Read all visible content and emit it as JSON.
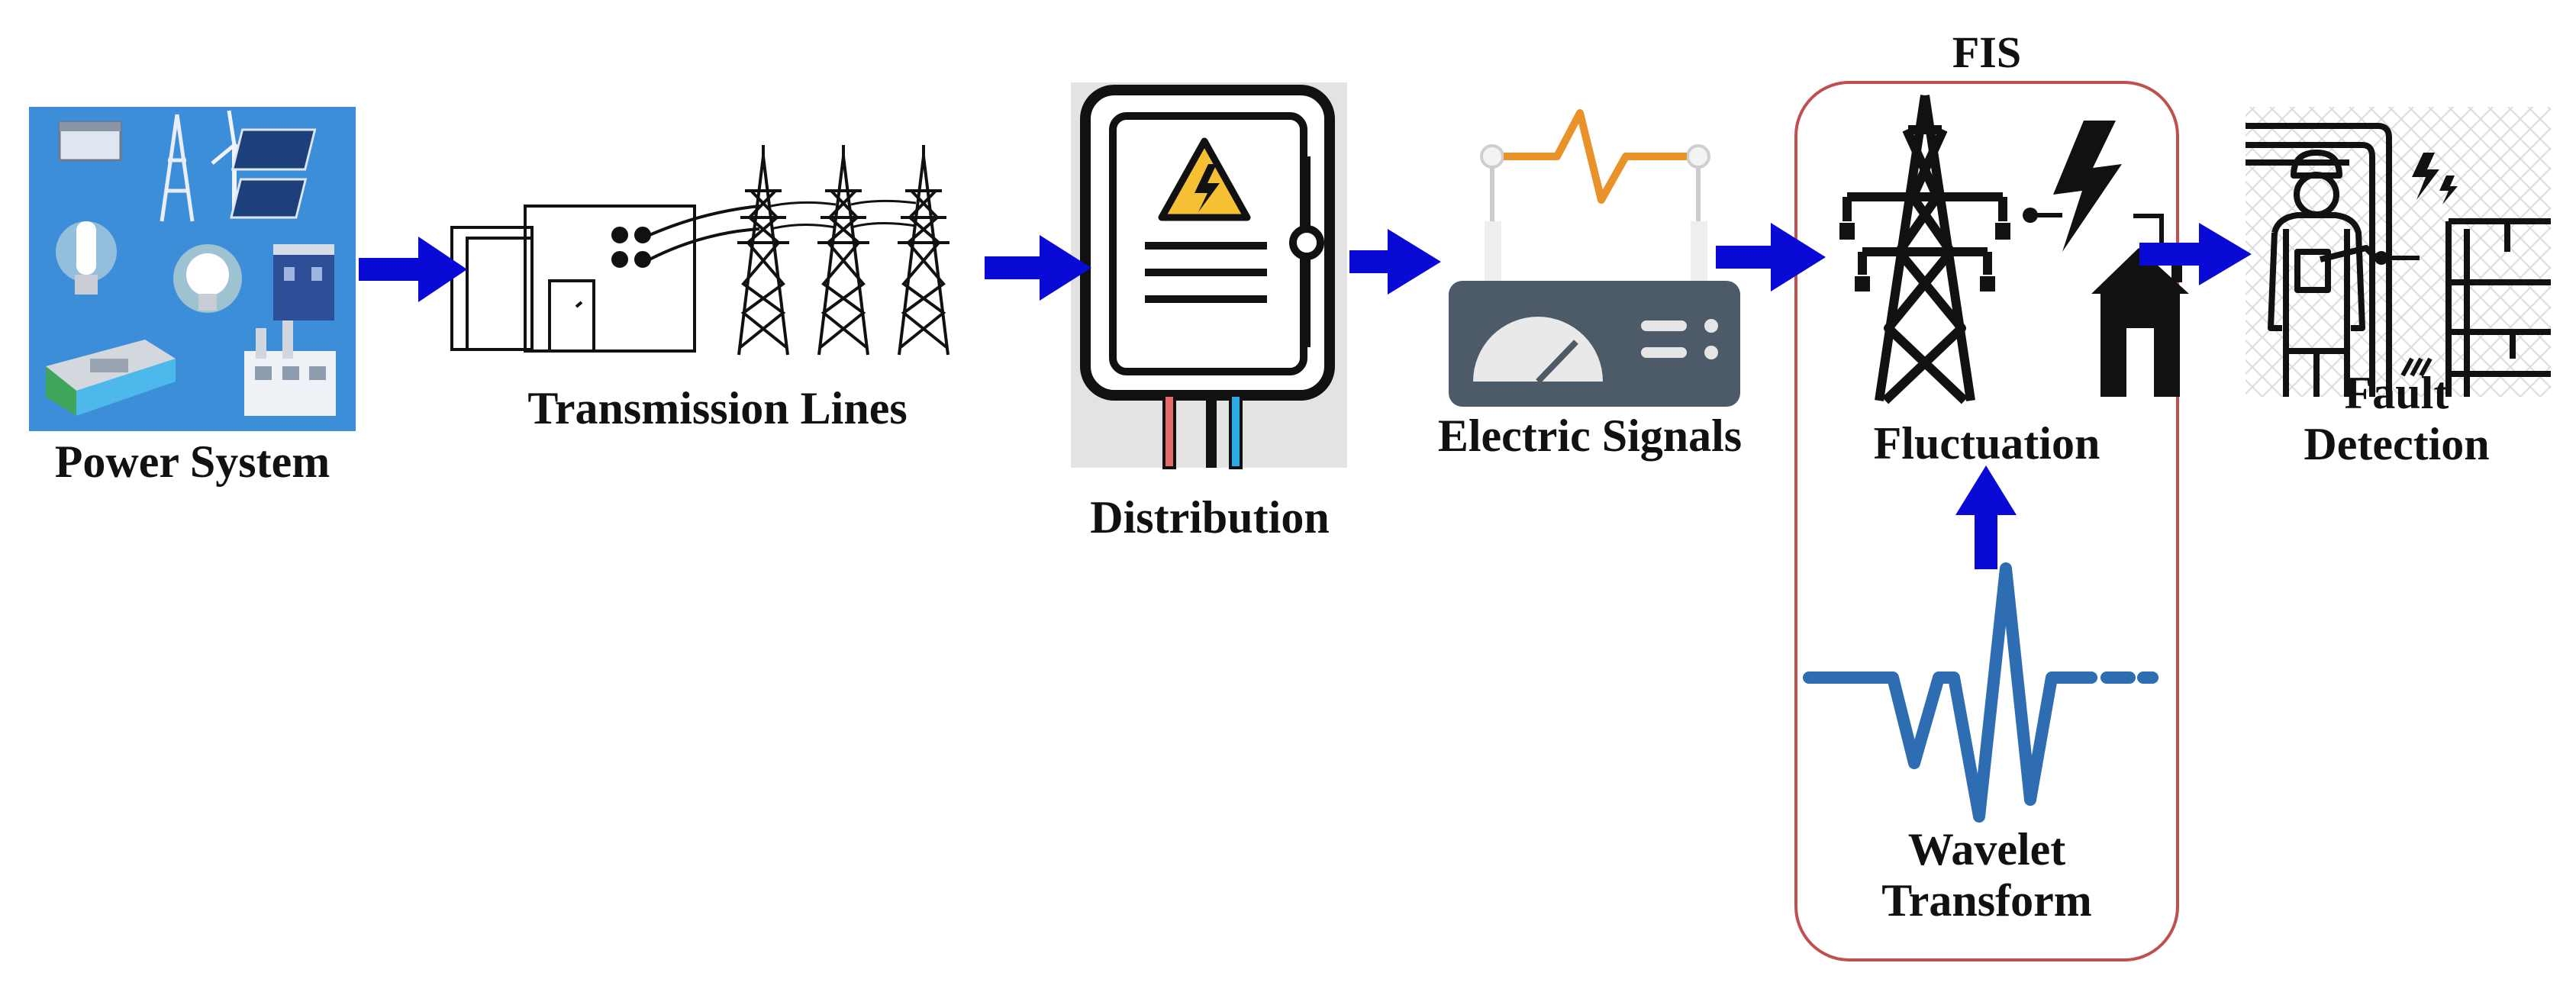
{
  "colors": {
    "arrow": "#0a0ad6",
    "fis_border": "#c0504d",
    "wave": "#2f6db3",
    "signal_orange": "#e9922a",
    "warning_yellow": "#f5c033",
    "meter_dark": "#4d5b68",
    "panel_grey": "#e3e3e3",
    "power_bg": "#3d8ed8",
    "wire_red": "#e56a6a",
    "wire_blue": "#2fa9e3"
  },
  "nodes": {
    "power_system": {
      "label": "Power System",
      "icon": "power-system-collage-icon"
    },
    "transmission_lines": {
      "label": "Transmission Lines",
      "icon": "transmission-towers-icon"
    },
    "distribution": {
      "label": "Distribution",
      "icon": "distribution-panel-icon"
    },
    "electric_signals": {
      "label": "Electric Signals",
      "icon": "signal-meter-icon"
    },
    "fis": {
      "title": "FIS",
      "fluctuation": {
        "label": "Fluctuation",
        "icon": "tower-lightning-house-icon"
      },
      "wavelet": {
        "label_line1": "Wavelet",
        "label_line2": "Transform",
        "icon": "wavelet-waveform-icon"
      }
    },
    "fault_detection": {
      "label_line1": "Fault",
      "label_line2": "Detection",
      "icon": "technician-fault-icon"
    }
  },
  "edges": [
    {
      "from": "Power System",
      "to": "Transmission Lines"
    },
    {
      "from": "Transmission Lines",
      "to": "Distribution"
    },
    {
      "from": "Distribution",
      "to": "Electric Signals"
    },
    {
      "from": "Electric Signals",
      "to": "FIS"
    },
    {
      "from": "FIS",
      "to": "Fault Detection"
    },
    {
      "from": "Wavelet Transform",
      "to": "Fluctuation"
    }
  ]
}
